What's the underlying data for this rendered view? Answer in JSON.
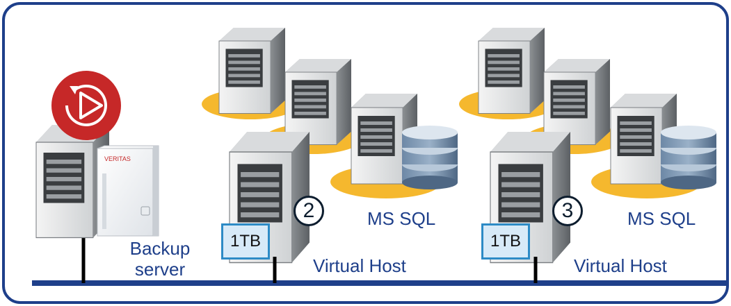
{
  "backup": {
    "label_line1": "Backup",
    "label_line2": "server",
    "product_box_brand": "VERITAS",
    "product_icon": "play-backup-icon"
  },
  "groups": [
    {
      "number": "2",
      "disk": "1TB",
      "host_label": "Virtual Host",
      "db_label": "MS SQL"
    },
    {
      "number": "3",
      "disk": "1TB",
      "host_label": "Virtual Host",
      "db_label": "MS SQL"
    }
  ],
  "colors": {
    "frame": "#1e3f8a",
    "network": "#1e3f8a",
    "shadow": "#f5b82e",
    "backup_badge": "#c62828",
    "disk_fill": "#d7eaf8",
    "disk_border": "#2d8bc6",
    "label_text": "#1e3f8a"
  }
}
